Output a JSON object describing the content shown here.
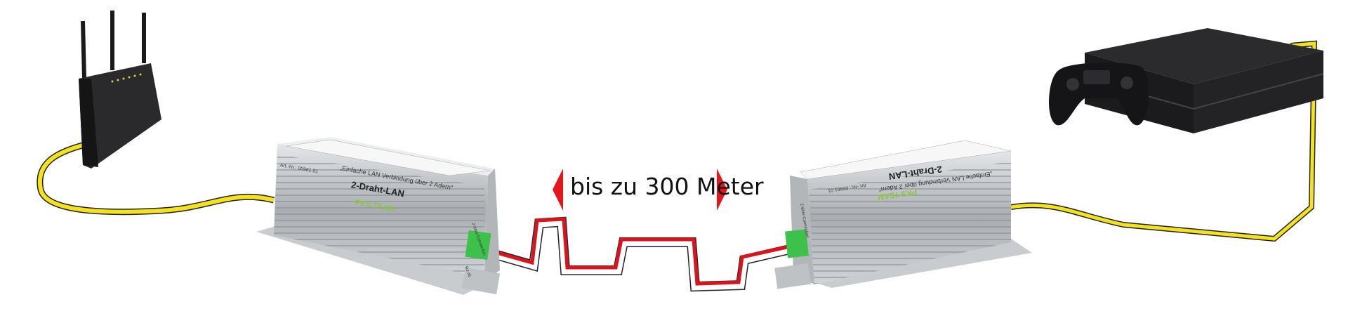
{
  "caption": "bis zu 300 Meter",
  "device_left": {
    "title": "2-Draht-LAN",
    "slogan": "„Einfache LAN Verbindung über 2 Adern“",
    "article": "Art.-Nr.: 00961 01",
    "brand": "PKS TEAM",
    "port_label": "2 Wire Connection",
    "rj_label": "RJ-45"
  },
  "device_right": {
    "title": "2-Draht-LAN",
    "slogan": "„Einfache LAN Verbindung über 2 Adern“",
    "article": "Art.-Nr.: 00961 01",
    "brand": "PKS TEAM",
    "port_label": "2 Wire Connection"
  },
  "colors": {
    "cable_yellow": "#f3e21c",
    "wire_red": "#d8141c",
    "arrow_red": "#e3161e",
    "housing": "#b9bcbf",
    "terminal_green": "#3cc24a"
  }
}
